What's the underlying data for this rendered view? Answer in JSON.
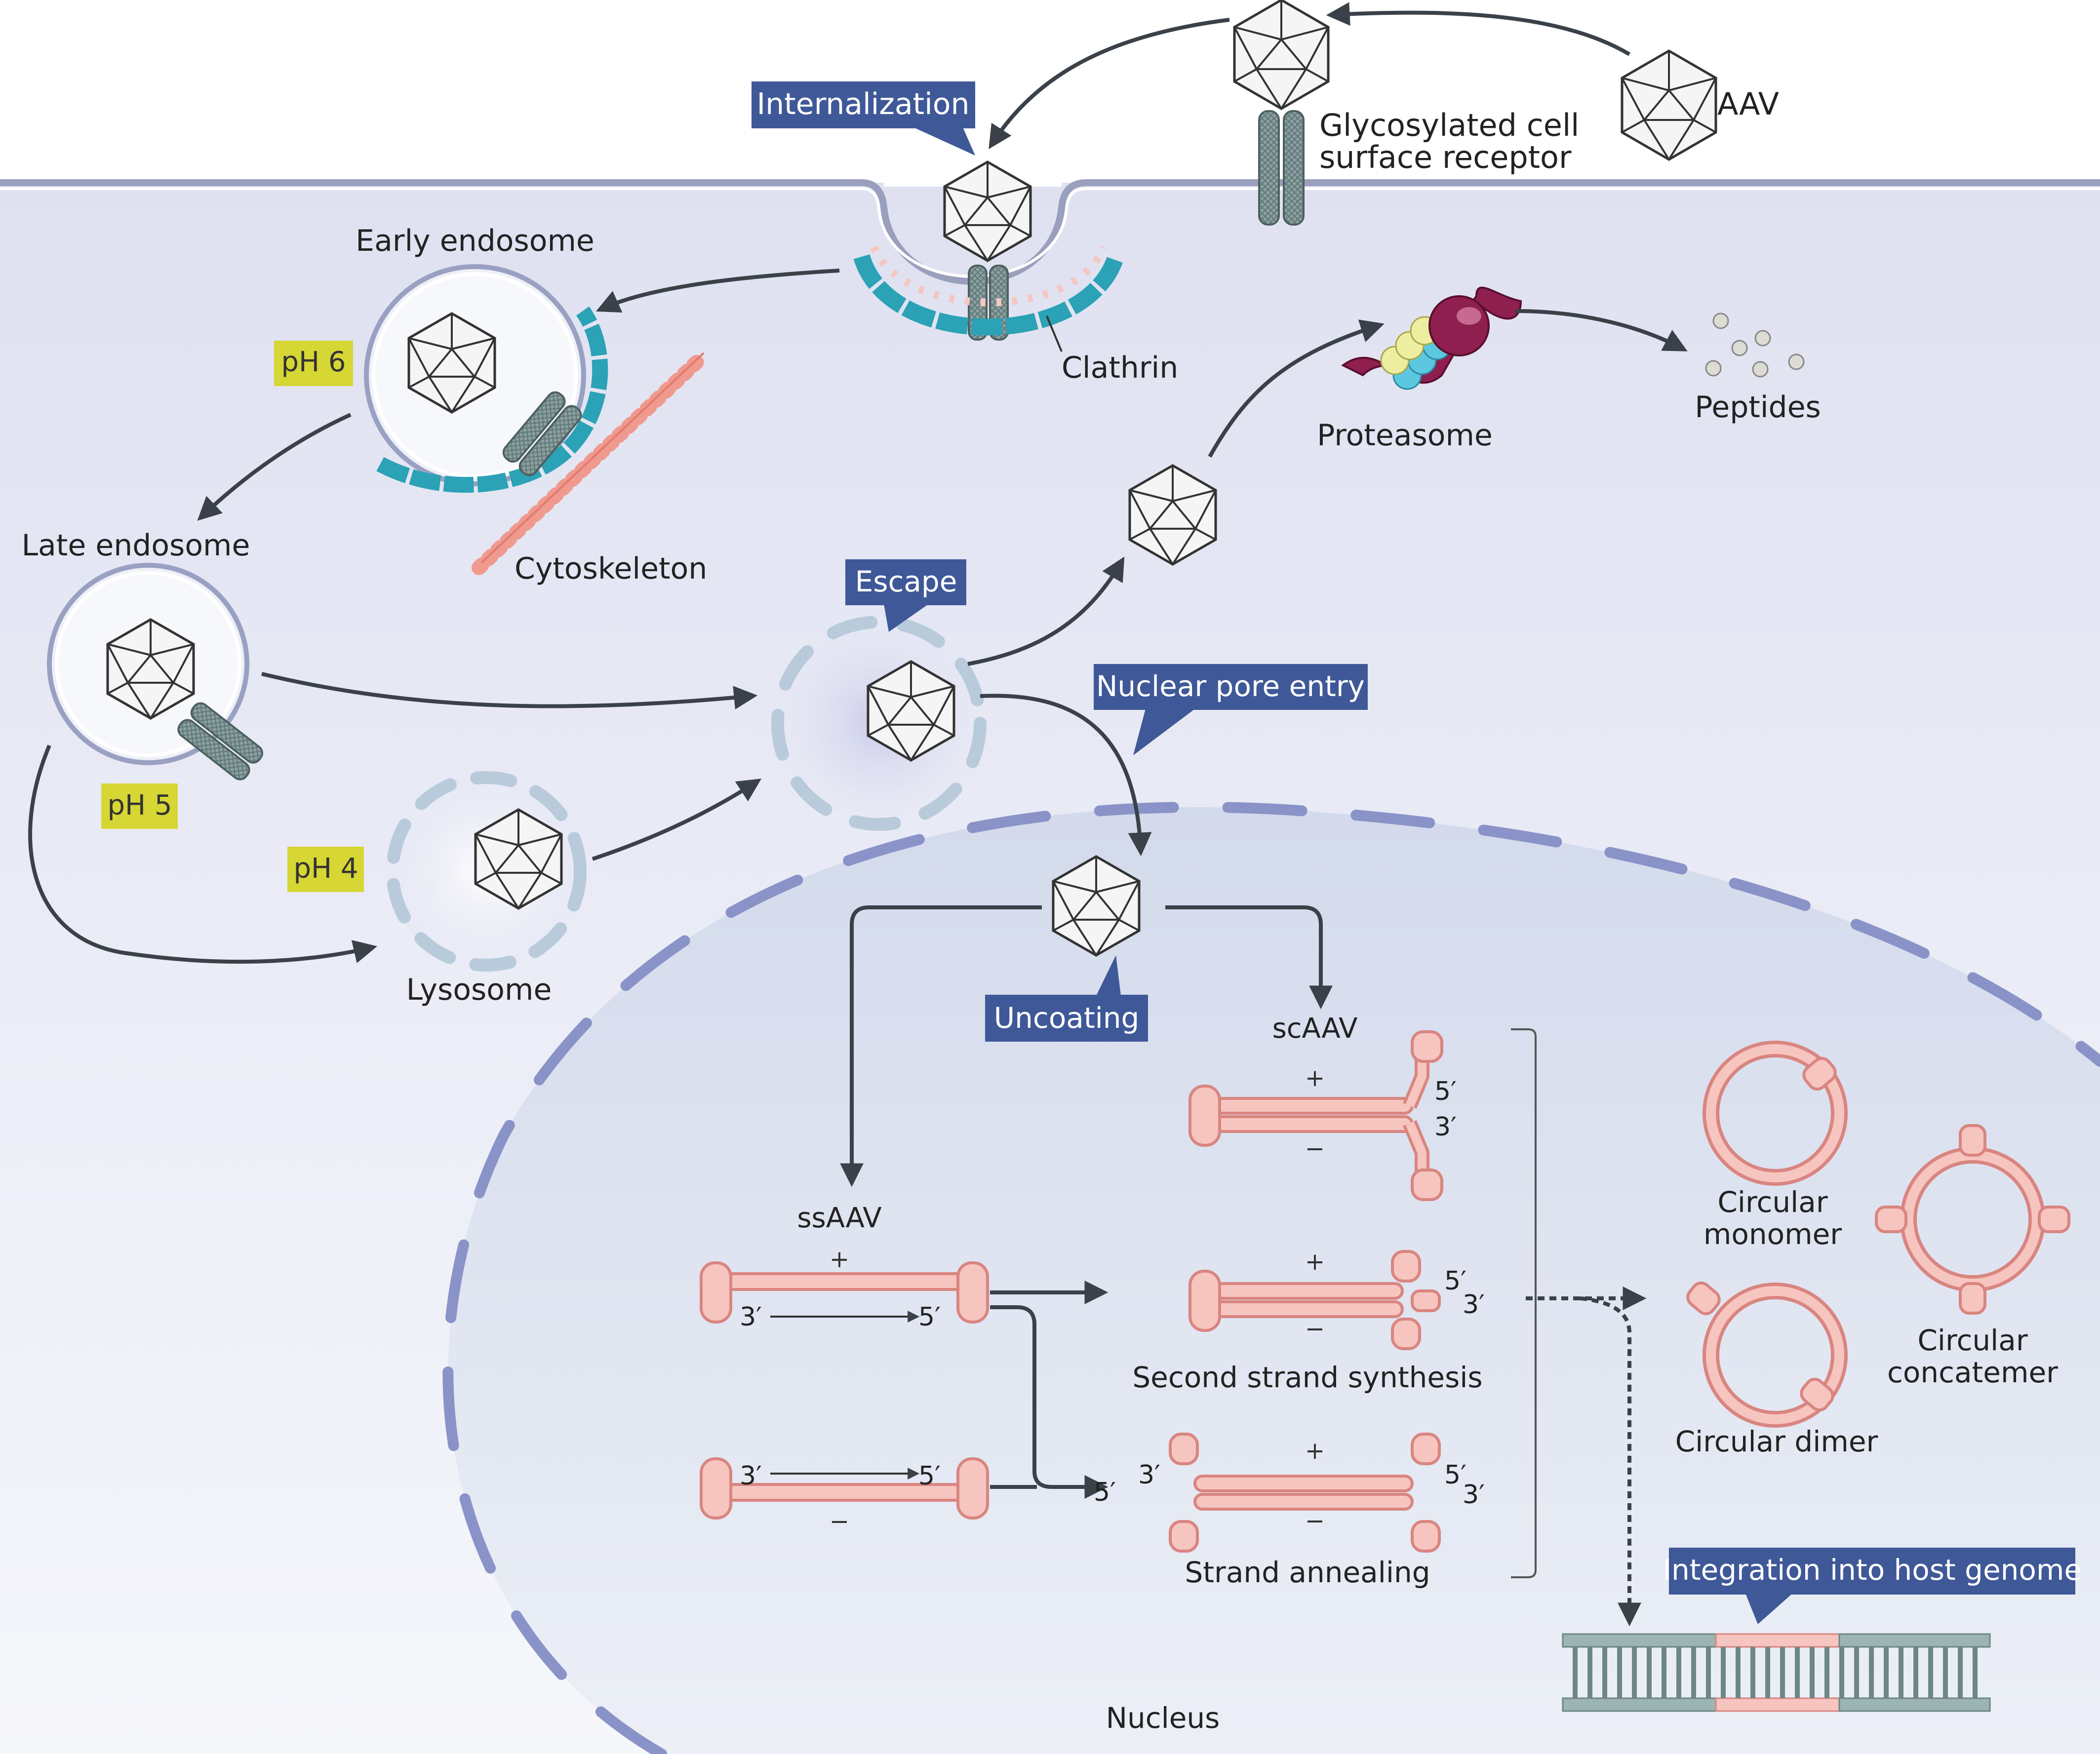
{
  "labels": {
    "aav": "AAV",
    "receptor_line1": "Glycosylated cell",
    "receptor_line2": "surface receptor",
    "clathrin": "Clathrin",
    "early_endosome": "Early endosome",
    "late_endosome": "Late endosome",
    "cytoskeleton": "Cytoskeleton",
    "lysosome": "Lysosome",
    "proteasome": "Proteasome",
    "peptides": "Peptides",
    "nucleus": "Nucleus",
    "ssaav": "ssAAV",
    "scaav": "scAAV",
    "second_strand": "Second strand synthesis",
    "strand_annealing": "Strand annealing",
    "circular_monomer_1": "Circular",
    "circular_monomer_2": "monomer",
    "circular_concatemer_1": "Circular",
    "circular_concatemer_2": "concatemer",
    "circular_dimer": "Circular dimer",
    "plus": "+",
    "minus": "−",
    "five_prime": "5′",
    "three_prime": "3′"
  },
  "callouts": {
    "internalization": "Internalization",
    "escape": "Escape",
    "nuclear_pore_entry": "Nuclear pore entry",
    "uncoating": "Uncoating",
    "integration": "Integration into host genome"
  },
  "ph_tags": {
    "ph6": "pH 6",
    "ph5": "pH 5",
    "ph4": "pH 4"
  },
  "colors": {
    "callout_bg": "#3f5898",
    "ph_bg": "#d6d634",
    "cytoplasm": "#e4e6f3",
    "nucleus": "#d6dcec",
    "dna_fill": "#f7c5c0",
    "dna_stroke": "#d98580",
    "clathrin": "#2ba2b5",
    "receptor": "#7f9595",
    "arrow": "#3a4148",
    "membrane_dash": "#8a93c8"
  }
}
